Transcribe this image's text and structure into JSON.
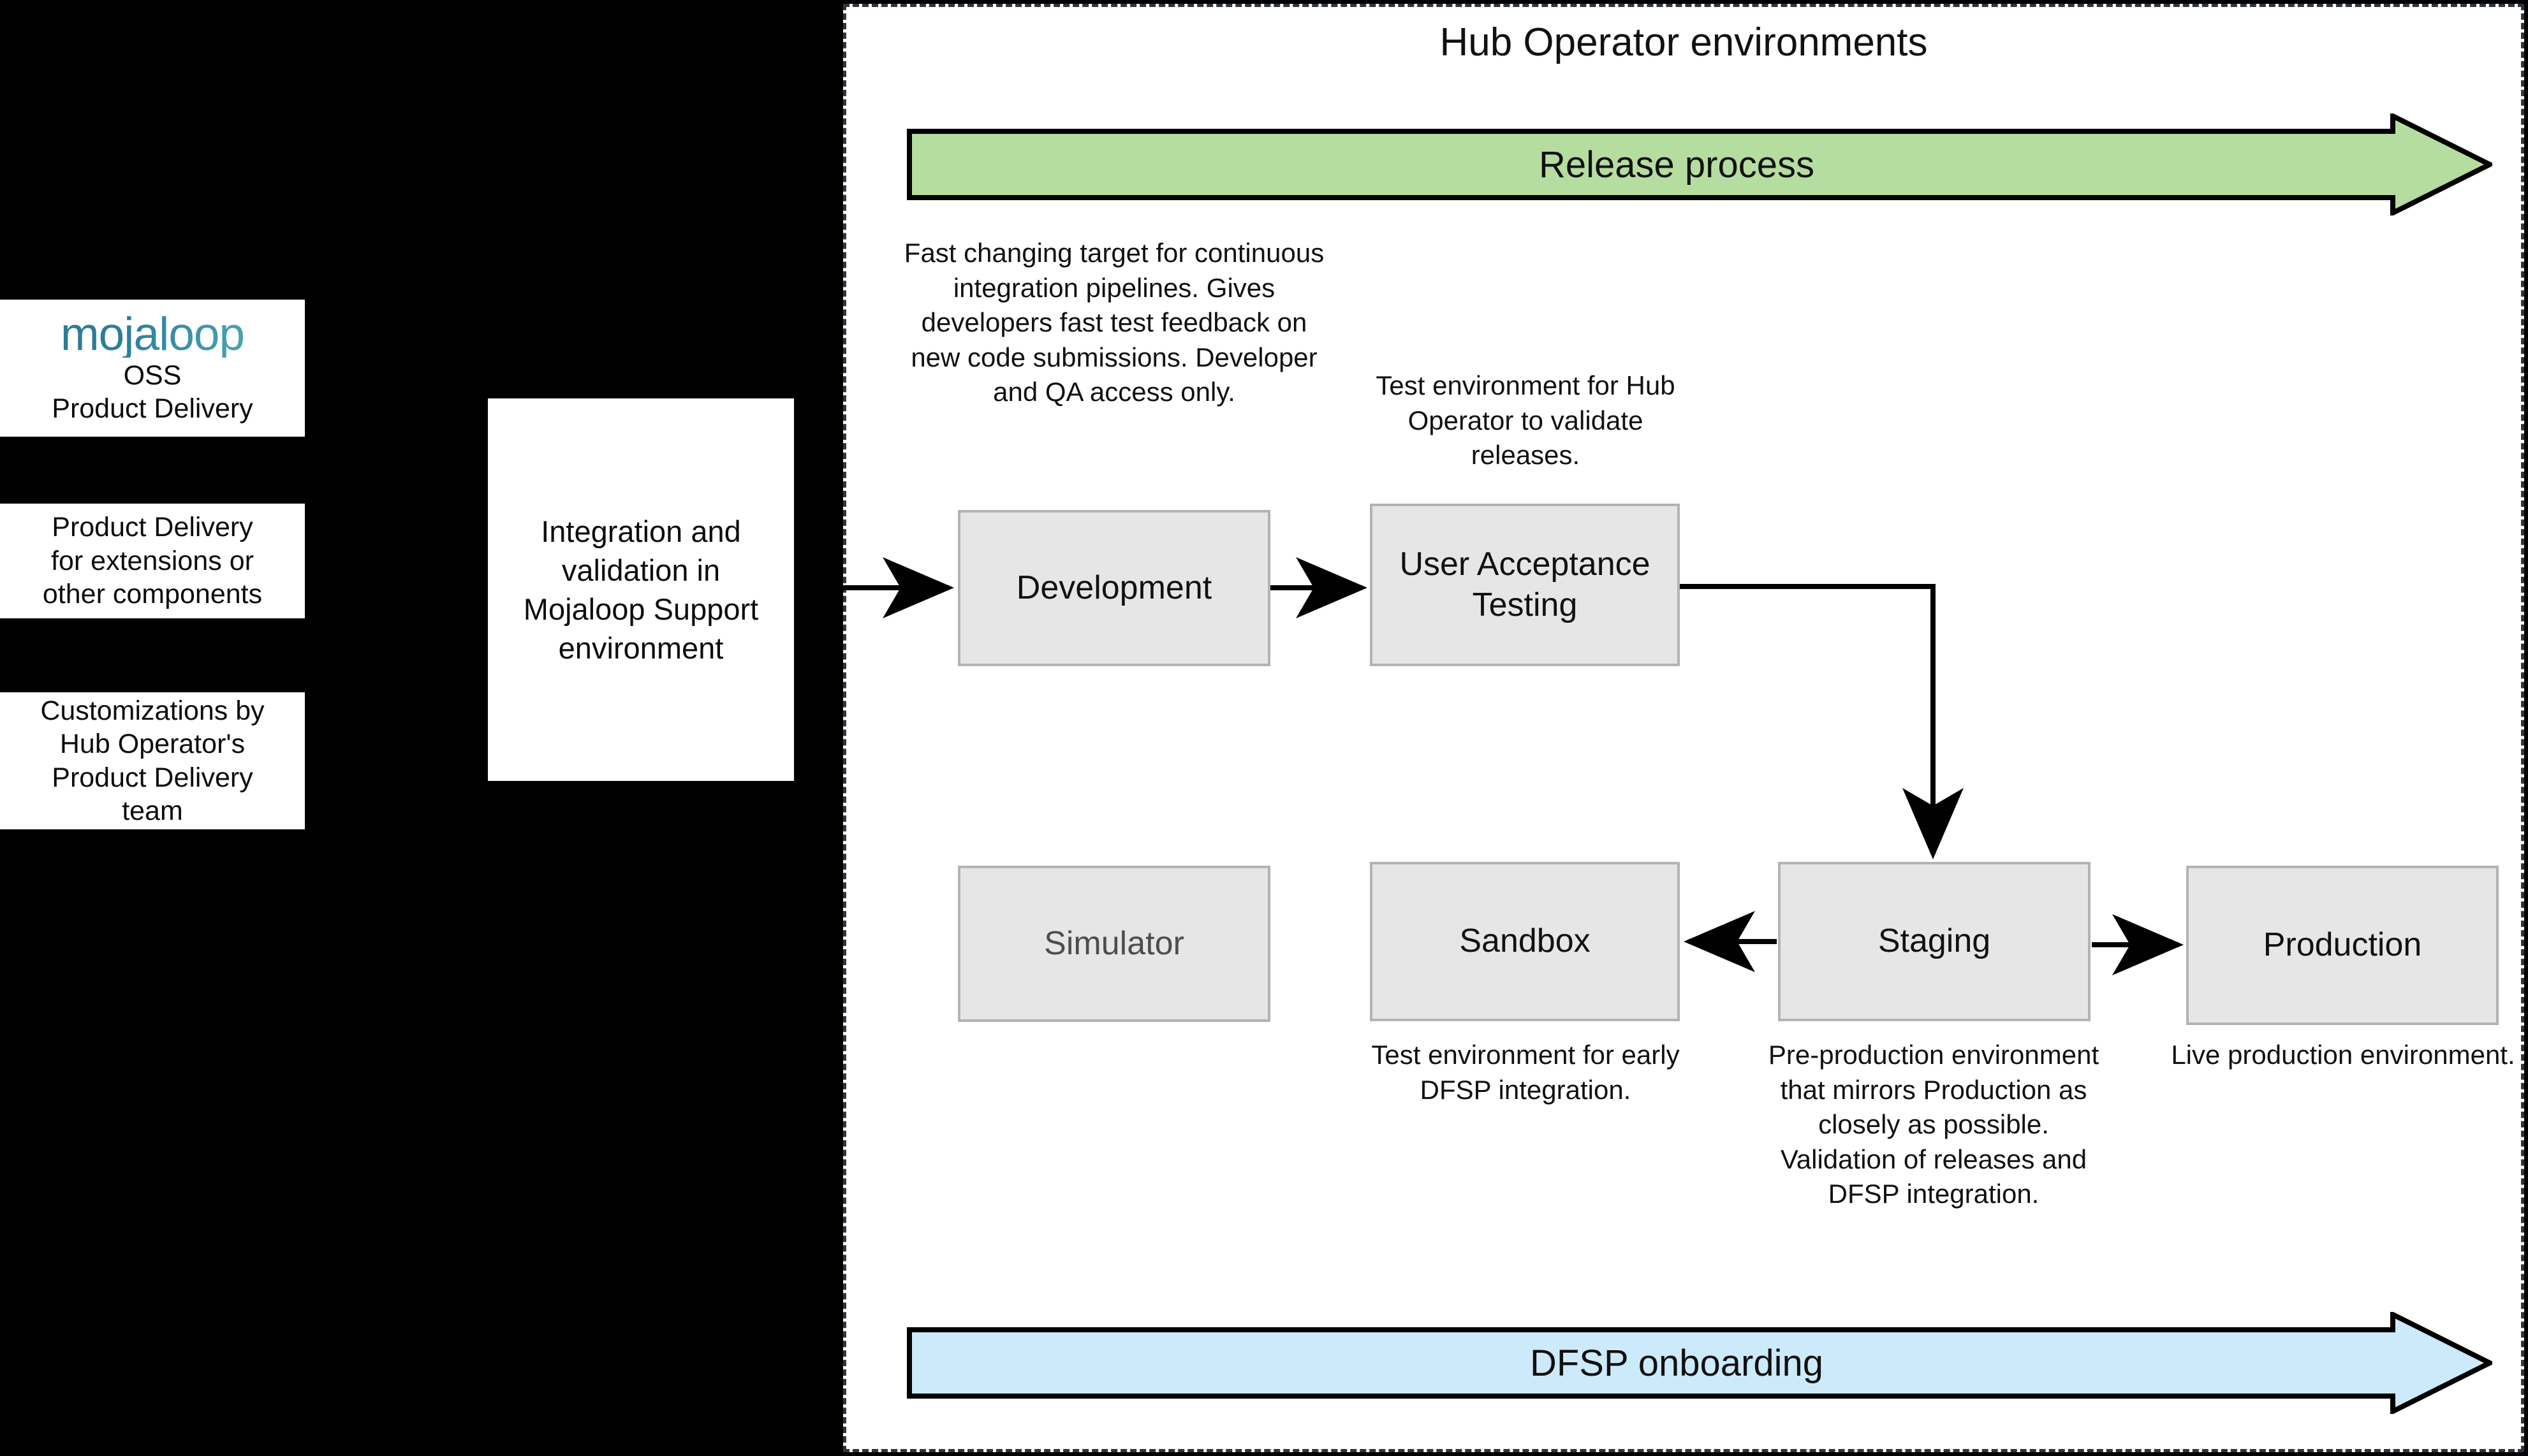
{
  "legend": {
    "items": [
      {
        "id": "mojaloop-oss",
        "logo": "mojaloop",
        "lines": [
          "OSS",
          "Product Delivery"
        ]
      },
      {
        "id": "extensions",
        "lines": [
          "Product Delivery",
          "for extensions or",
          "other components"
        ]
      },
      {
        "id": "customizations",
        "lines": [
          "Customizations by",
          "Hub Operator's",
          "Product Delivery",
          "team"
        ]
      }
    ]
  },
  "support": {
    "lines": [
      "Integration and",
      "validation in",
      "Mojaloop Support",
      "environment"
    ]
  },
  "panel": {
    "title": "Hub Operator environments",
    "border_color": "#2f3640"
  },
  "banners": [
    {
      "id": "release-process",
      "label": "Release process",
      "fill": "#b5dda0",
      "stroke": "#000000"
    },
    {
      "id": "dfsp-onboarding",
      "label": "DFSP onboarding",
      "fill": "#cdeafb",
      "stroke": "#000000"
    }
  ],
  "nodes": [
    {
      "id": "development",
      "label": "Development",
      "fill": "#e6e6e6",
      "border": "#b3b3b3",
      "text_color": "#111111"
    },
    {
      "id": "user-acceptance-testing",
      "label": "User Acceptance Testing",
      "fill": "#e6e6e6",
      "border": "#b3b3b3",
      "text_color": "#111111"
    },
    {
      "id": "simulator",
      "label": "Simulator",
      "fill": "#e6e6e6",
      "border": "#b3b3b3",
      "text_color": "#4d4d4d"
    },
    {
      "id": "sandbox",
      "label": "Sandbox",
      "fill": "#e6e6e6",
      "border": "#b3b3b3",
      "text_color": "#111111"
    },
    {
      "id": "staging",
      "label": "Staging",
      "fill": "#e6e6e6",
      "border": "#b3b3b3",
      "text_color": "#111111"
    },
    {
      "id": "production",
      "label": "Production",
      "fill": "#e6e6e6",
      "border": "#b3b3b3",
      "text_color": "#111111"
    }
  ],
  "captions": {
    "development": "Fast changing target for continuous integration pipelines. Gives developers fast test feedback on new code submissions. Developer and QA access only.",
    "user_acceptance_testing": "Test environment for Hub Operator to validate releases.",
    "sandbox": "Test environment for early DFSP integration.",
    "staging": "Pre-production environment that mirrors Production as closely as possible. Validation of releases and DFSP integration.",
    "production": "Live production environment."
  },
  "connectors": [
    {
      "id": "support-to-development",
      "from": "support",
      "to": "development",
      "direction": "right"
    },
    {
      "id": "development-to-uat",
      "from": "development",
      "to": "user-acceptance-testing",
      "direction": "right"
    },
    {
      "id": "uat-to-staging",
      "from": "user-acceptance-testing",
      "to": "staging",
      "direction": "down"
    },
    {
      "id": "staging-to-sandbox",
      "from": "staging",
      "to": "sandbox",
      "direction": "left"
    },
    {
      "id": "staging-to-production",
      "from": "staging",
      "to": "production",
      "direction": "right"
    }
  ]
}
